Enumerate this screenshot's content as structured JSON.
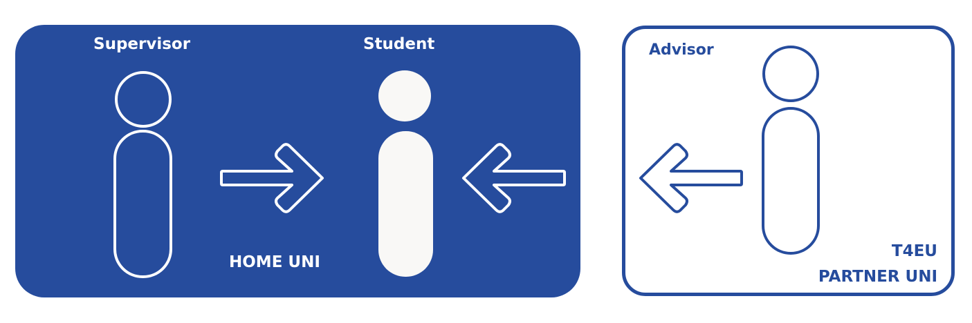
{
  "home": {
    "supervisor_label": "Supervisor",
    "student_label": "Student",
    "uni_label": "HOME UNI"
  },
  "partner": {
    "advisor_label": "Advisor",
    "uni_line1": "T4EU",
    "uni_line2": "PARTNER UNI"
  },
  "colors": {
    "brand_blue": "#264c9d",
    "white": "#ffffff",
    "student_fill": "#f9f8f6"
  }
}
